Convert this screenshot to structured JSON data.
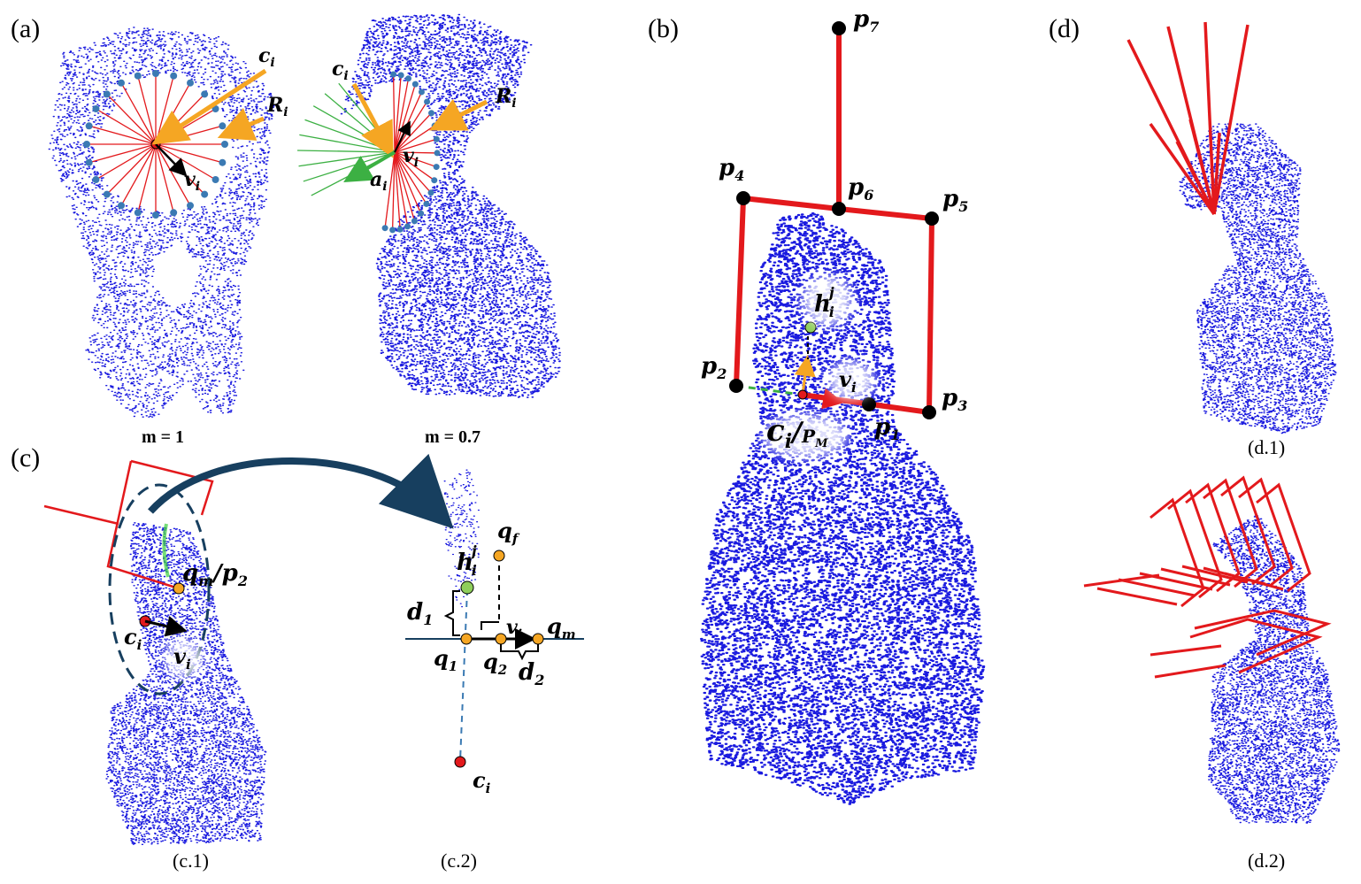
{
  "panels": {
    "a": {
      "label": "(a)",
      "caption_left": "m = 1",
      "caption_right": "m = 0.7",
      "left": {
        "c": "c",
        "c_sub": "i",
        "R": "R",
        "R_sub": "i",
        "v": "v",
        "v_sub": "i"
      },
      "right": {
        "c": "c",
        "c_sub": "i",
        "R": "R",
        "R_sub": "i",
        "v": "v",
        "v_sub": "i",
        "a": "a",
        "a_sub": "i"
      }
    },
    "b": {
      "label": "(b)",
      "points": [
        {
          "name": "p",
          "sub": "7"
        },
        {
          "name": "p",
          "sub": "4"
        },
        {
          "name": "p",
          "sub": "6"
        },
        {
          "name": "p",
          "sub": "5"
        },
        {
          "name": "p",
          "sub": "2"
        },
        {
          "name": "p",
          "sub": "3"
        },
        {
          "name": "p",
          "sub": "1"
        }
      ],
      "h": "h",
      "h_sup": "j",
      "h_sub": "i",
      "v": "v",
      "v_sub": "i",
      "c": "c",
      "c_sub": "i",
      "slash": "/",
      "P": "P",
      "P_sub": "M"
    },
    "c": {
      "label": "(c)",
      "sub1": "(c.1)",
      "sub2": "(c.2)",
      "c1": {
        "q": "q",
        "q_sub": "m",
        "slash": "/",
        "p": "p",
        "p_sub": "2",
        "c": "c",
        "c_sub": "i",
        "v": "v",
        "v_sub": "i"
      },
      "c2": {
        "q_f": "q",
        "q_f_sub": "f",
        "h": "h",
        "h_sup": "j",
        "h_sub": "i",
        "d1": "d",
        "d1_sub": "1",
        "v": "v",
        "v_sub": "i",
        "q_m": "q",
        "q_m_sub": "m",
        "q1": "q",
        "q1_sub": "1",
        "q2": "q",
        "q2_sub": "2",
        "d2": "d",
        "d2_sub": "2",
        "c": "c",
        "c_sub": "i"
      }
    },
    "d": {
      "label": "(d)",
      "sub1": "(d.1)",
      "sub2": "(d.2)"
    }
  },
  "colors": {
    "points": "#1a1adf",
    "red": "#e3191c",
    "orange": "#f5a623",
    "green": "#3cb043",
    "steel": "#3b7ab3",
    "teal": "#173f5f"
  }
}
